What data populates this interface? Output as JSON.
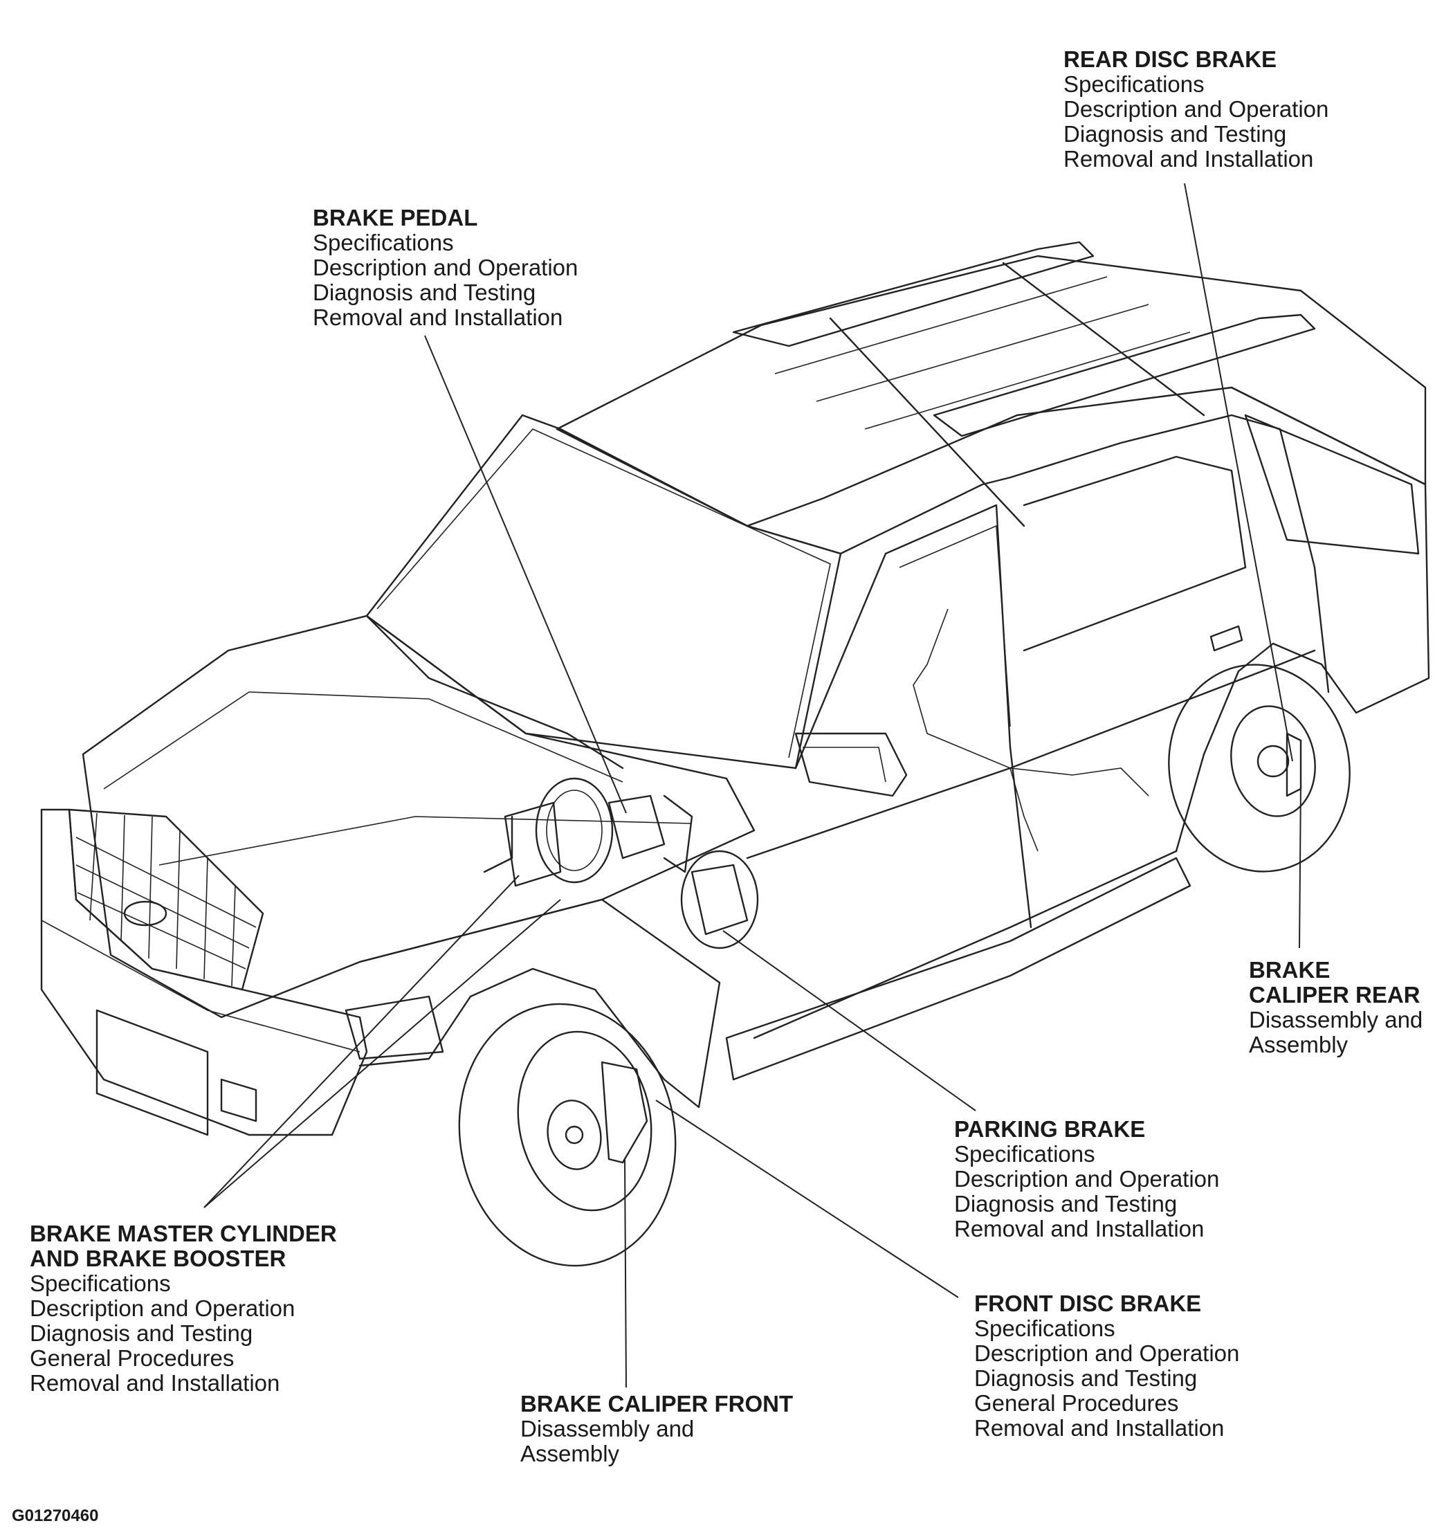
{
  "callouts": [
    {
      "id": "rear-disc-brake",
      "title": "REAR DISC BRAKE",
      "items": [
        "Specifications",
        "Description and Operation",
        "Diagnosis and Testing",
        "Removal and Installation"
      ]
    },
    {
      "id": "brake-pedal",
      "title": "BRAKE PEDAL",
      "items": [
        "Specifications",
        "Description and Operation",
        "Diagnosis and Testing",
        "Removal and Installation"
      ]
    },
    {
      "id": "brake-caliper-rear",
      "title": "BRAKE\nCALIPER REAR",
      "title_lines": [
        "BRAKE",
        "CALIPER REAR"
      ],
      "items": [
        "Disassembly and",
        "Assembly"
      ]
    },
    {
      "id": "parking-brake",
      "title": "PARKING BRAKE",
      "items": [
        "Specifications",
        "Description and Operation",
        "Diagnosis and Testing",
        "Removal and Installation"
      ]
    },
    {
      "id": "brake-master-cylinder",
      "title_lines": [
        "BRAKE MASTER CYLINDER",
        "AND BRAKE BOOSTER"
      ],
      "items": [
        "Specifications",
        "Description and Operation",
        "Diagnosis and Testing",
        "General Procedures",
        "Removal and Installation"
      ]
    },
    {
      "id": "front-disc-brake",
      "title": "FRONT DISC BRAKE",
      "items": [
        "Specifications",
        "Description and Operation",
        "Diagnosis and Testing",
        "General Procedures",
        "Removal and Installation"
      ]
    },
    {
      "id": "brake-caliper-front",
      "title": "BRAKE CALIPER FRONT",
      "items": [
        "Disassembly and",
        "Assembly"
      ]
    }
  ],
  "figure_id": "G01270460"
}
